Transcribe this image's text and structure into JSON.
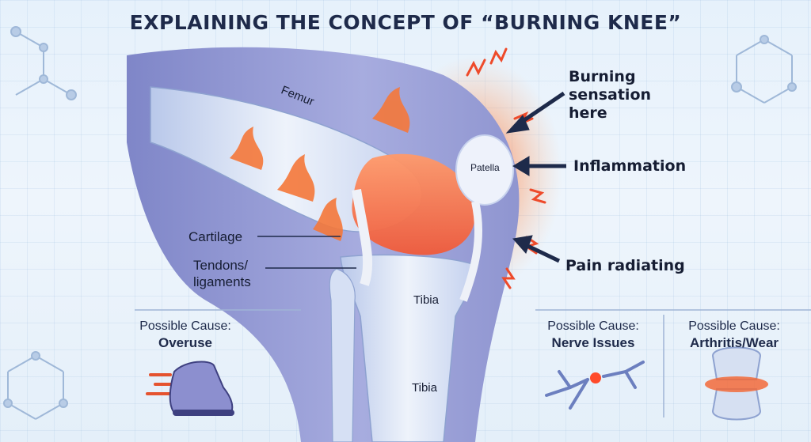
{
  "title": "EXPLAINING THE CONCEPT OF “BURNING KNEE”",
  "callouts": {
    "burning": "Burning sensation here",
    "inflammation": "Inflammation",
    "pain": "Pain radiating"
  },
  "anatomy": {
    "femur": "Femur",
    "patella": "Patella",
    "cartilage": "Cartilage",
    "tendons_line1": "Tendons/",
    "tendons_line2": "ligaments",
    "tibia_upper": "Tibia",
    "tibia_lower": "Tibia"
  },
  "causes": [
    {
      "heading": "Possible Cause:",
      "name": "Overuse",
      "icon": "running-shoe-icon"
    },
    {
      "heading": "Possible Cause:",
      "name": "Nerve Issues",
      "icon": "nerve-icon"
    },
    {
      "heading": "Possible Cause:",
      "name": "Arthritis/Wear",
      "icon": "arthritic-joint-icon"
    }
  ],
  "colors": {
    "background": "#e8f2fc",
    "bone": "#dbe6f6",
    "skin": "#8f95d0",
    "inflammation": "#f26a3a",
    "arrow": "#1e2a4a"
  }
}
